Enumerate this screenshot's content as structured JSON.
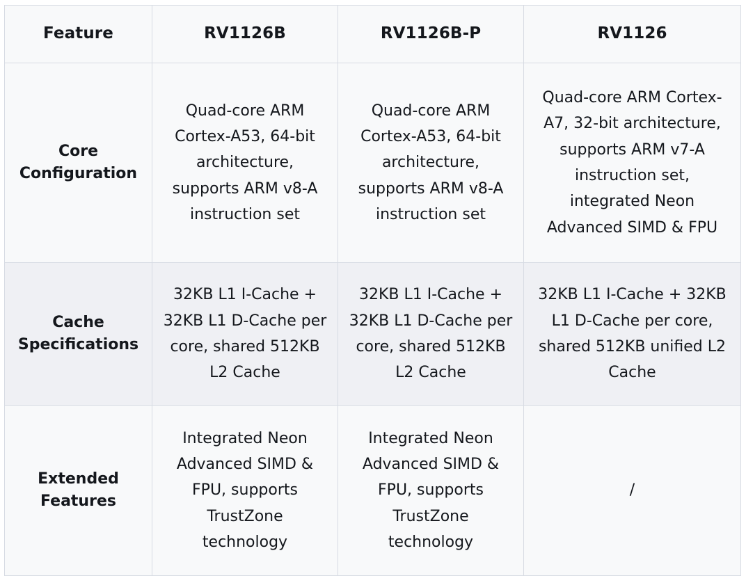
{
  "table": {
    "headers": [
      {
        "label": "Feature"
      },
      {
        "label": "RV1126B"
      },
      {
        "label": "RV1126B-P"
      },
      {
        "label": "RV1126"
      }
    ],
    "rows": [
      {
        "feature": "Core Configuration",
        "cells": [
          "Quad-core ARM Cortex-A53, 64-bit architecture, supports ARM v8-A instruction set",
          "Quad-core ARM Cortex-A53, 64-bit architecture, supports ARM v8-A instruction set",
          "Quad-core ARM Cortex-A7, 32-bit architecture, supports ARM v7-A instruction set, integrated Neon Advanced SIMD & FPU"
        ]
      },
      {
        "feature": "Cache Specifications",
        "cells": [
          "32KB L1 I-Cache + 32KB L1 D-Cache per core, shared 512KB L2 Cache",
          "32KB L1 I-Cache + 32KB L1 D-Cache per core, shared 512KB L2 Cache",
          "32KB L1 I-Cache + 32KB L1 D-Cache per core, shared 512KB unified L2 Cache"
        ]
      },
      {
        "feature": "Extended Features",
        "cells": [
          "Integrated Neon Advanced SIMD & FPU, supports TrustZone technology",
          "Integrated Neon Advanced SIMD & FPU, supports TrustZone technology",
          "/"
        ]
      }
    ]
  },
  "colors": {
    "page_background": "#ffffff",
    "row_light": "#f8f9fa",
    "row_shaded": "#eff0f4",
    "border": "#d7dbe3",
    "text": "#14171c"
  }
}
